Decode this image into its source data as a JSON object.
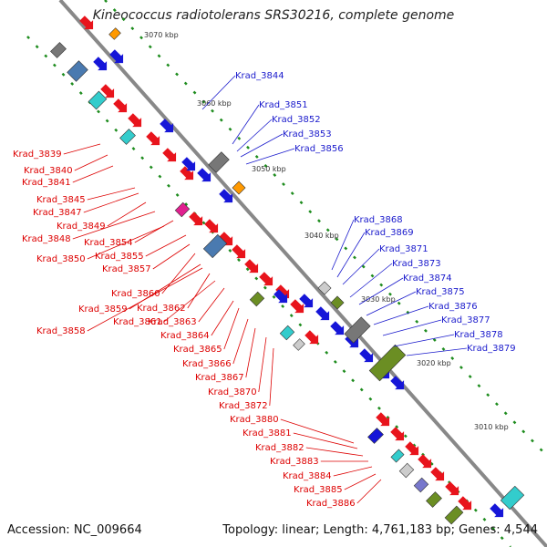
{
  "title": "Kineococcus radiotolerans SRS30216, complete genome",
  "accession": "Accession: NC_009664",
  "stats": "Topology: linear; Length: 4,761,183 bp; Genes: 4,544",
  "scale_labels": [
    "3070 kbp",
    "3060 kbp",
    "3050 kbp",
    "3040 kbp",
    "3030 kbp",
    "3020 kbp",
    "3010 kbp"
  ],
  "left_genes": [
    "Krad_3839",
    "Krad_3840",
    "Krad_3841",
    "Krad_3845",
    "Krad_3847",
    "Krad_3849",
    "Krad_3848",
    "Krad_3854",
    "Krad_3850",
    "Krad_3855",
    "Krad_3857",
    "Krad_3860",
    "Krad_3859",
    "Krad_3862",
    "Krad_3861",
    "Krad_3858",
    "Krad_3863",
    "Krad_3864",
    "Krad_3865",
    "Krad_3866",
    "Krad_3867",
    "Krad_3870",
    "Krad_3872",
    "Krad_3880",
    "Krad_3881",
    "Krad_3882",
    "Krad_3883",
    "Krad_3884",
    "Krad_3885",
    "Krad_3886"
  ],
  "right_genes": [
    "Krad_3844",
    "Krad_3851",
    "Krad_3852",
    "Krad_3853",
    "Krad_3856",
    "Krad_3868",
    "Krad_3869",
    "Krad_3871",
    "Krad_3873",
    "Krad_3874",
    "Krad_3875",
    "Krad_3876",
    "Krad_3877",
    "Krad_3878",
    "Krad_3879"
  ],
  "colors": {
    "forward_strand": "#e8141c",
    "reverse_strand": "#1616d8",
    "left_label": "#dd0000",
    "right_label": "#1a1acc",
    "backbone": "#888888",
    "ticks": "#1e8c1e",
    "cyan_block": "#33cccc",
    "olive_block": "#6b8e23",
    "gray_block": "#777777",
    "orange_block": "#ff9900",
    "magenta_block": "#e0208f",
    "steel_block": "#4a7ab0"
  }
}
